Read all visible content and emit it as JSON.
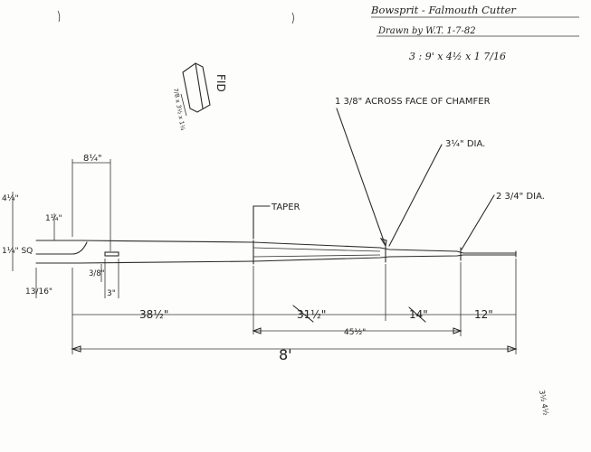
{
  "title_block": {
    "title": "Bowsprit - Falmouth Cutter",
    "drawn_by": "Drawn by W.T. 1-7-82",
    "stock_size": "3 : 9' x 4½ x 1 7/16"
  },
  "annotations": {
    "across_face": "1 3/8\" ACROSS FACE OF CHAMFER",
    "dia_large": "3¼\" DIA.",
    "dia_small": "2 3/4\" DIA.",
    "taper": "TAPER",
    "fid_label": "FID",
    "fid_note": "7/8 x 3½ x 1¼"
  },
  "dimensions": {
    "d_8_quarter": "8¼\"",
    "d_4_quarter": "4¼\"",
    "d_1_quarter": "1¼\"",
    "d_1_quarter_sq": "1¼\" SQ",
    "d_3_8": "3/8\"",
    "d_3": "3\"",
    "d_13_16": "13/16\"",
    "d_38_half": "38½\"",
    "d_31_half": "31½\"",
    "d_14": "14\"",
    "d_12": "12\"",
    "d_45_half": "45½\"",
    "d_8ft": "8'"
  },
  "margin_note": "3½ 4½"
}
